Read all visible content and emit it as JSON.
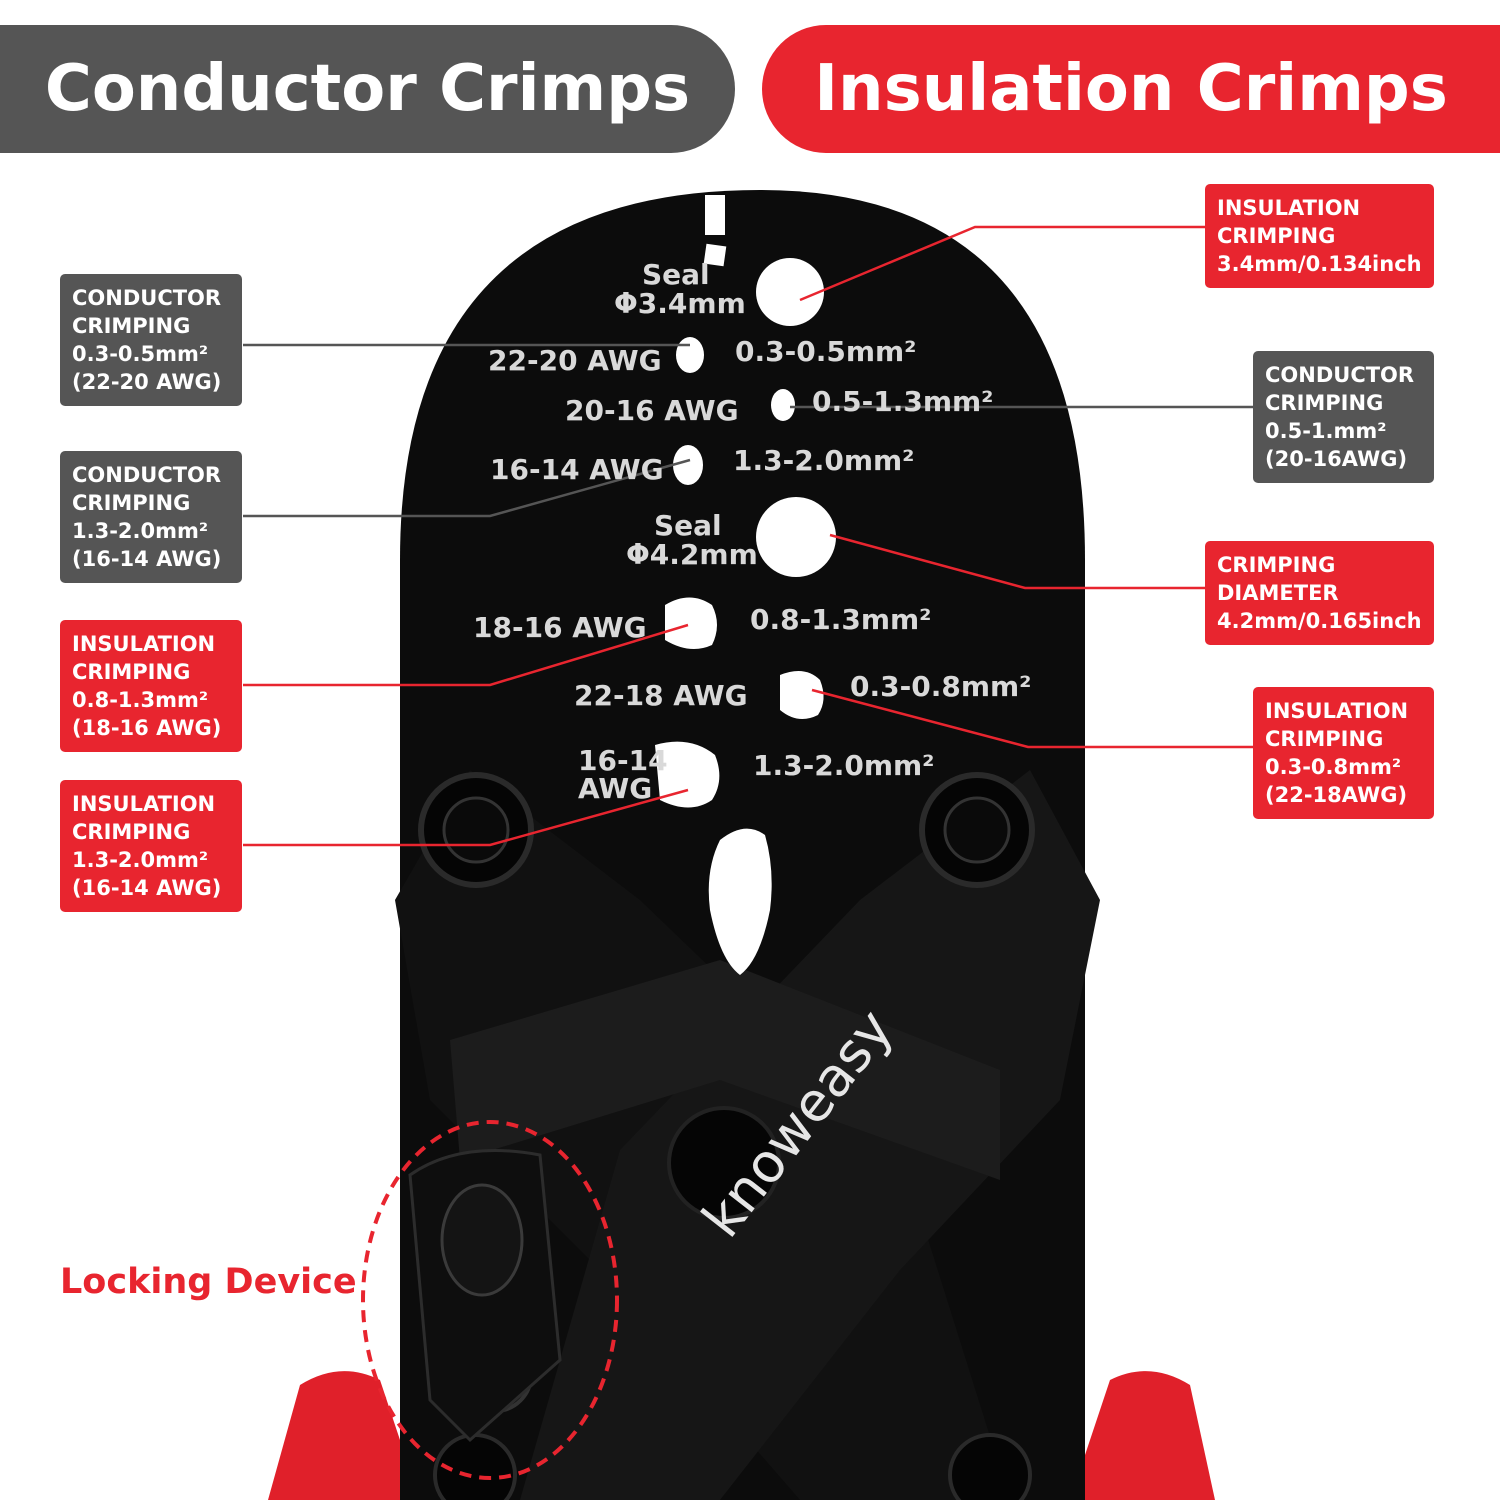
{
  "header": {
    "left_title": "Conductor Crimps",
    "right_title": "Insulation Crimps"
  },
  "callouts_left": [
    {
      "type": "conductor",
      "lines": [
        "CONDUCTOR",
        "CRIMPING",
        "0.3-0.5mm²",
        "(22-20 AWG)"
      ]
    },
    {
      "type": "conductor",
      "lines": [
        "CONDUCTOR",
        "CRIMPING",
        "1.3-2.0mm²",
        "(16-14 AWG)"
      ]
    },
    {
      "type": "insulation",
      "lines": [
        "INSULATION",
        "CRIMPING",
        "0.8-1.3mm²",
        "(18-16 AWG)"
      ]
    },
    {
      "type": "insulation",
      "lines": [
        "INSULATION",
        "CRIMPING",
        "1.3-2.0mm²",
        "(16-14 AWG)"
      ]
    }
  ],
  "callouts_right": [
    {
      "type": "insulation",
      "lines": [
        "INSULATION",
        "CRIMPING",
        "3.4mm/0.134inch"
      ]
    },
    {
      "type": "conductor",
      "lines": [
        "CONDUCTOR",
        "CRIMPING",
        "0.5-1.mm²",
        "(20-16AWG)"
      ]
    },
    {
      "type": "insulation",
      "lines": [
        "CRIMPING",
        "DIAMETER",
        "4.2mm/0.165inch"
      ]
    },
    {
      "type": "insulation",
      "lines": [
        "INSULATION",
        "CRIMPING",
        "0.3-0.8mm²",
        "(22-18AWG)"
      ]
    }
  ],
  "die_labels": {
    "seal1_a": "Seal",
    "seal1_b": "Φ3.4mm",
    "awg_22_20": "22-20 AWG",
    "mm_03_05": "0.3-0.5mm²",
    "awg_20_16": "20-16 AWG",
    "mm_05_13": "0.5-1.3mm²",
    "awg_16_14": "16-14 AWG",
    "mm_13_20a": "1.3-2.0mm²",
    "seal2_a": "Seal",
    "seal2_b": "Φ4.2mm",
    "awg_18_16": "18-16 AWG",
    "mm_08_13": "0.8-1.3mm²",
    "awg_22_18": "22-18 AWG",
    "mm_03_08": "0.3-0.8mm²",
    "awg_16_14b_a": "16-14",
    "awg_16_14b_b": "AWG",
    "mm_13_20b": "1.3-2.0mm²"
  },
  "locking_label": "Locking Device",
  "brand": "knoweasy",
  "colors": {
    "gray": "#555555",
    "red": "#e8252f",
    "tool_black": "#0a0a0a",
    "grip_red": "#e0202a"
  }
}
